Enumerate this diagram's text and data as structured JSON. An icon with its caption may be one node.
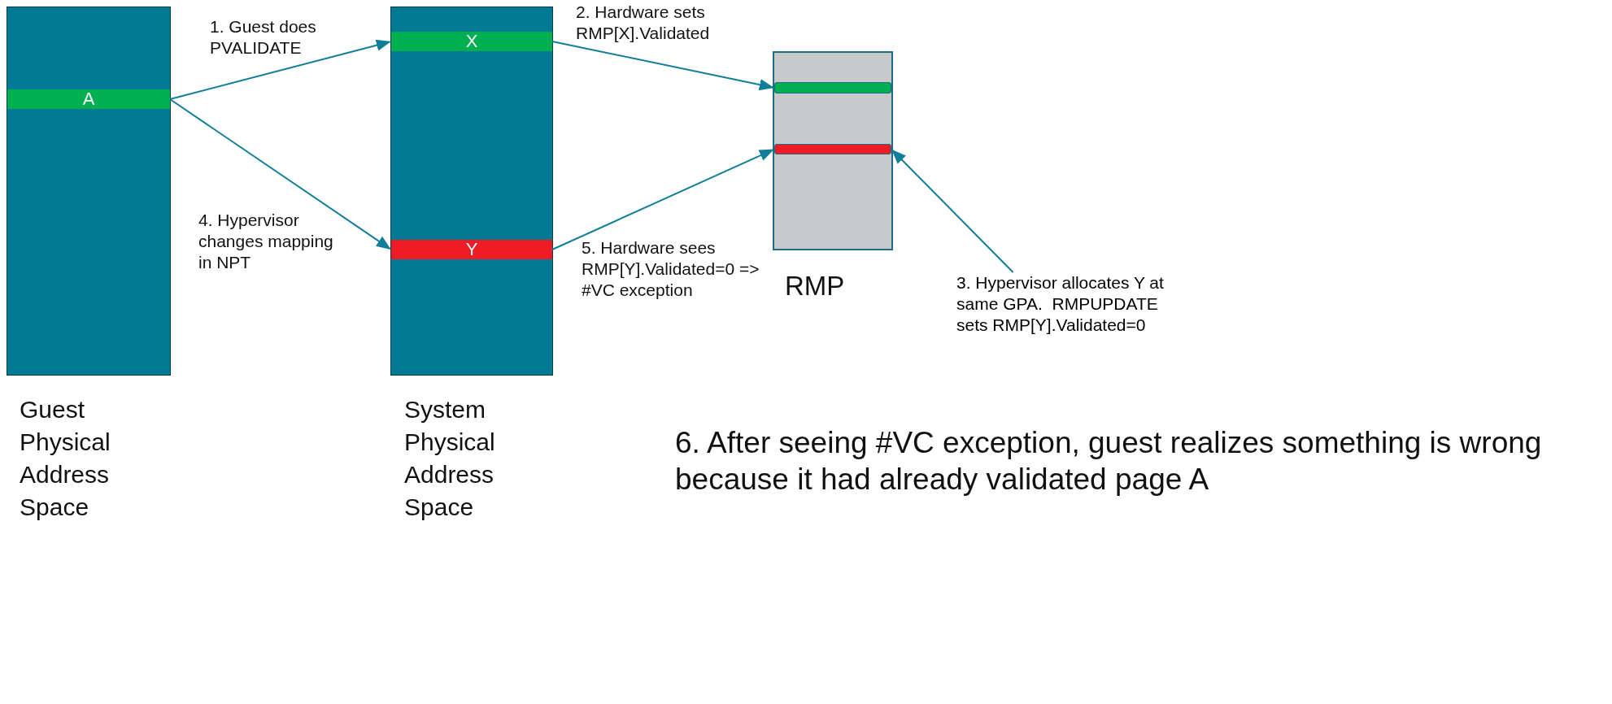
{
  "diagram": {
    "nodes": [
      {
        "text": [],
        "shape": "box",
        "beside": [
          "Guest Physical Address Space"
        ]
      },
      {
        "text": [
          "A"
        ],
        "in": 0
      },
      {
        "text": [],
        "shape": "box",
        "beside": [
          "System Physical Address Space"
        ]
      },
      {
        "text": [
          "X"
        ],
        "in": 2
      },
      {
        "text": [
          "Y"
        ],
        "in": 2
      },
      {
        "text": [],
        "shape": "box",
        "beside": [
          "RMP"
        ]
      },
      {
        "text": [],
        "shape": "bar",
        "in": 5
      },
      {
        "text": [],
        "shape": "bar",
        "in": 5
      },
      {
        "text": [
          "3. Hypervisor allocates Y at same GPA.  RMPUPDATE sets RMP[Y].Validated=0"
        ]
      }
    ],
    "edges": [
      {
        "from": 1,
        "to": 3,
        "arrow": "to",
        "label": "1. Guest does PVALIDATE"
      },
      {
        "from": 3,
        "to": 6,
        "arrow": "to",
        "label": "2. Hardware sets RMP[X].Validated"
      },
      {
        "from": 8,
        "to": 7,
        "arrow": "to"
      },
      {
        "from": 1,
        "to": 4,
        "arrow": "to",
        "label": "4. Hypervisor changes mapping in NPT"
      },
      {
        "from": 4,
        "to": 7,
        "arrow": "to",
        "label": "5. Hardware sees RMP[Y].Validated=0 => #VC exception"
      }
    ],
    "labels": [
      "6. After seeing #VC exception, guest realizes something is wrong because it had already validated page A"
    ]
  }
}
